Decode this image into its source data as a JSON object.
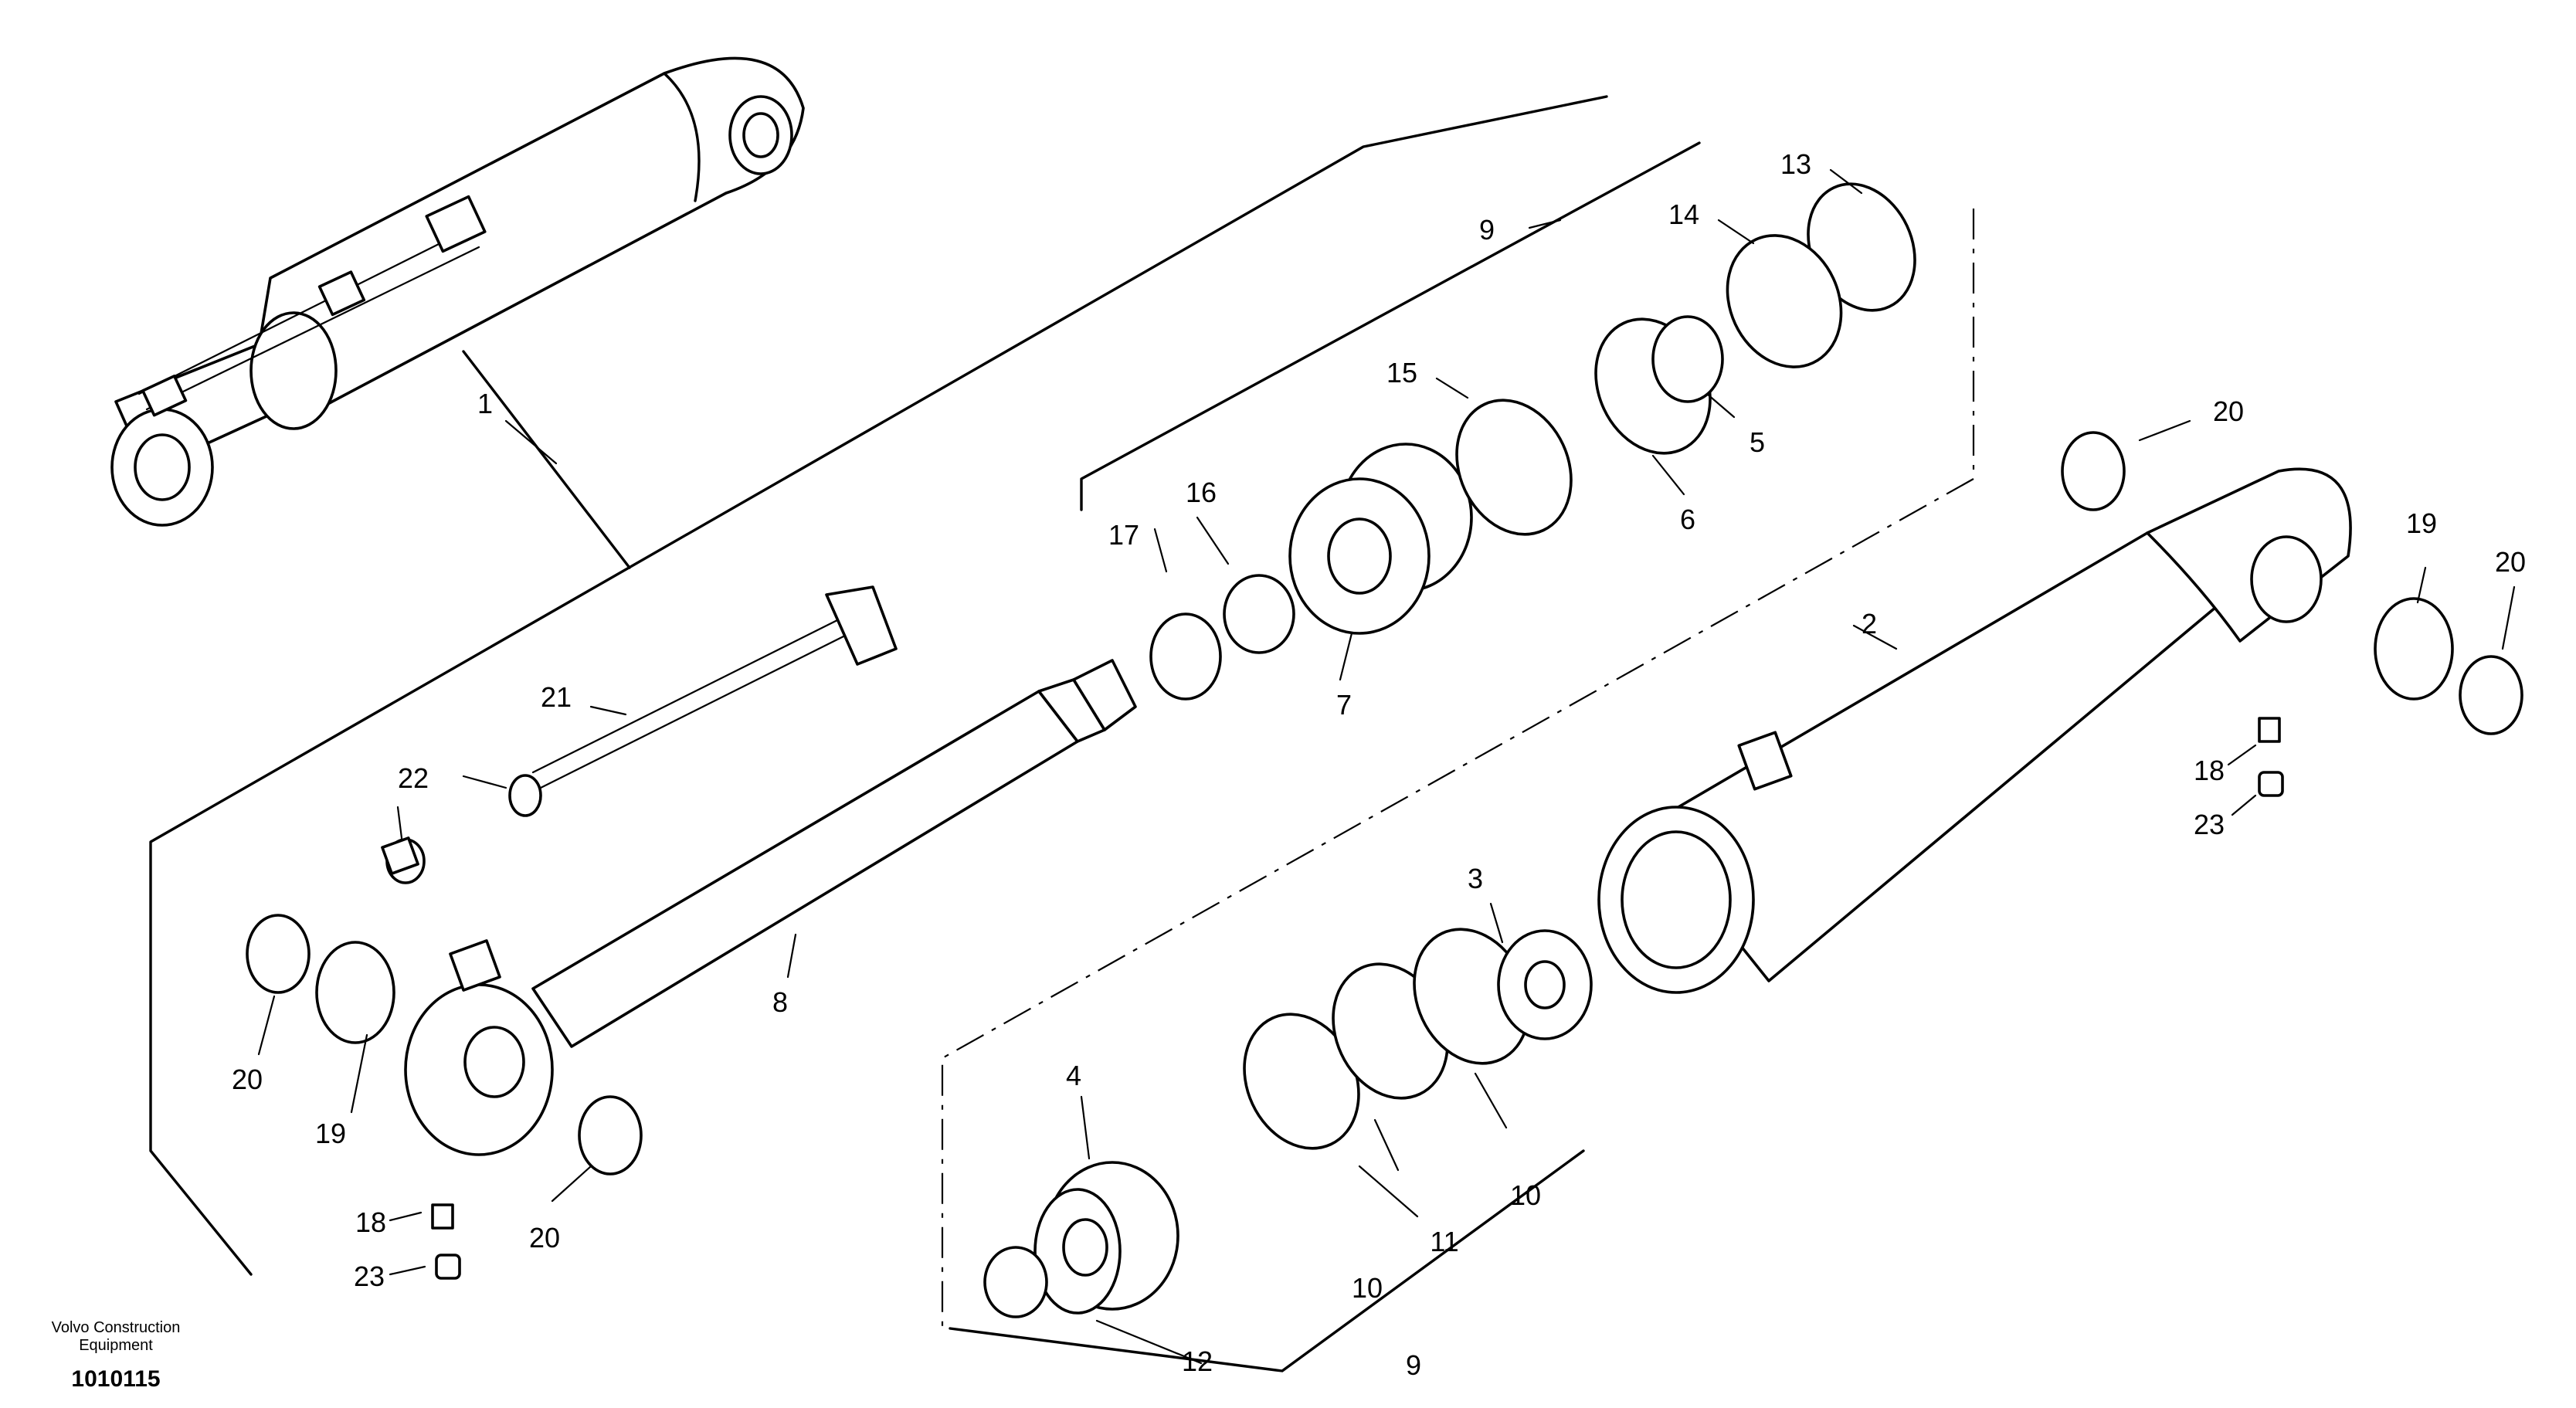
{
  "callouts": {
    "c1": "1",
    "c2": "2",
    "c3": "3",
    "c4": "4",
    "c5": "5",
    "c6": "6",
    "c7": "7",
    "c8": "8",
    "c9a": "9",
    "c9b": "9",
    "c10a": "10",
    "c10b": "10",
    "c11": "11",
    "c12": "12",
    "c13": "13",
    "c14": "14",
    "c15": "15",
    "c16": "16",
    "c17": "17",
    "c18a": "18",
    "c18b": "18",
    "c19a": "19",
    "c19b": "19",
    "c20a": "20",
    "c20b": "20",
    "c20c": "20",
    "c20d": "20",
    "c21": "21",
    "c22": "22",
    "c23a": "23",
    "c23b": "23"
  },
  "footer": {
    "brand_line1": "Volvo Construction",
    "brand_line2": "Equipment",
    "drawing_number": "1010115"
  }
}
